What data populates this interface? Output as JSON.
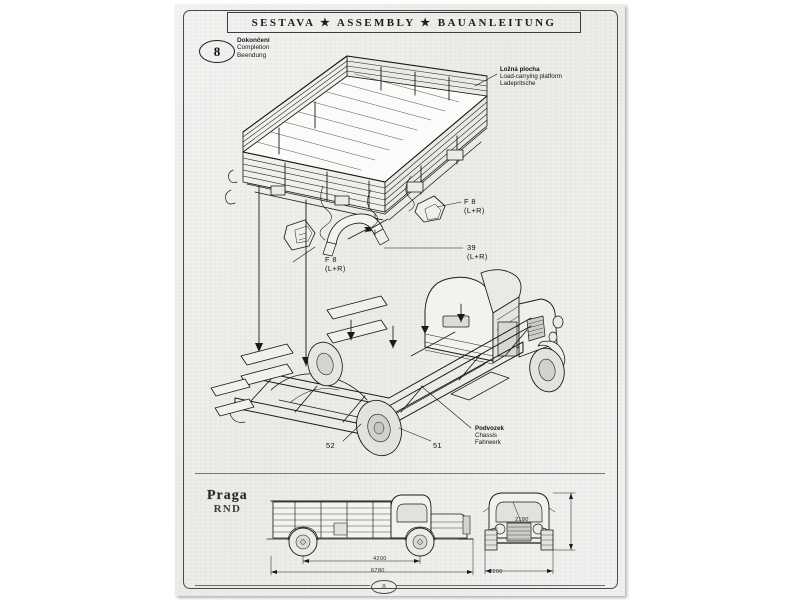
{
  "sheet": {
    "header_title": "SESTAVA   ★   ASSEMBLY   ★   BAUANLEITUNG",
    "step_number": "8",
    "page_number": "8"
  },
  "step_caption": {
    "cs": "Dokončení",
    "en": "Completion",
    "de": "Beendung"
  },
  "callouts": [
    {
      "name": "load-platform",
      "cs": "Ložná plocha",
      "en": "Load-carrying platform",
      "de": "Ladepritsche"
    },
    {
      "name": "chassis",
      "cs": "Podvozek",
      "en": "Chassis",
      "de": "Fahrwerk"
    }
  ],
  "part_labels": {
    "f8_right": "F 8",
    "f8_right_sub": "(L+R)",
    "f8_left": "F 8",
    "f8_left_sub": "(L+R)",
    "p39": "39",
    "p39_sub": "(L+R)",
    "p52": "52",
    "p51": "51"
  },
  "boxart": {
    "brand": "Praga",
    "model": "RND",
    "dim_wheelbase": "4200",
    "dim_length": "6780",
    "dim_height": "2180",
    "dim_width": "2200"
  },
  "colors": {
    "paper": "#f2f1ef",
    "ink": "#1a1a1a",
    "rule": "#777777"
  }
}
